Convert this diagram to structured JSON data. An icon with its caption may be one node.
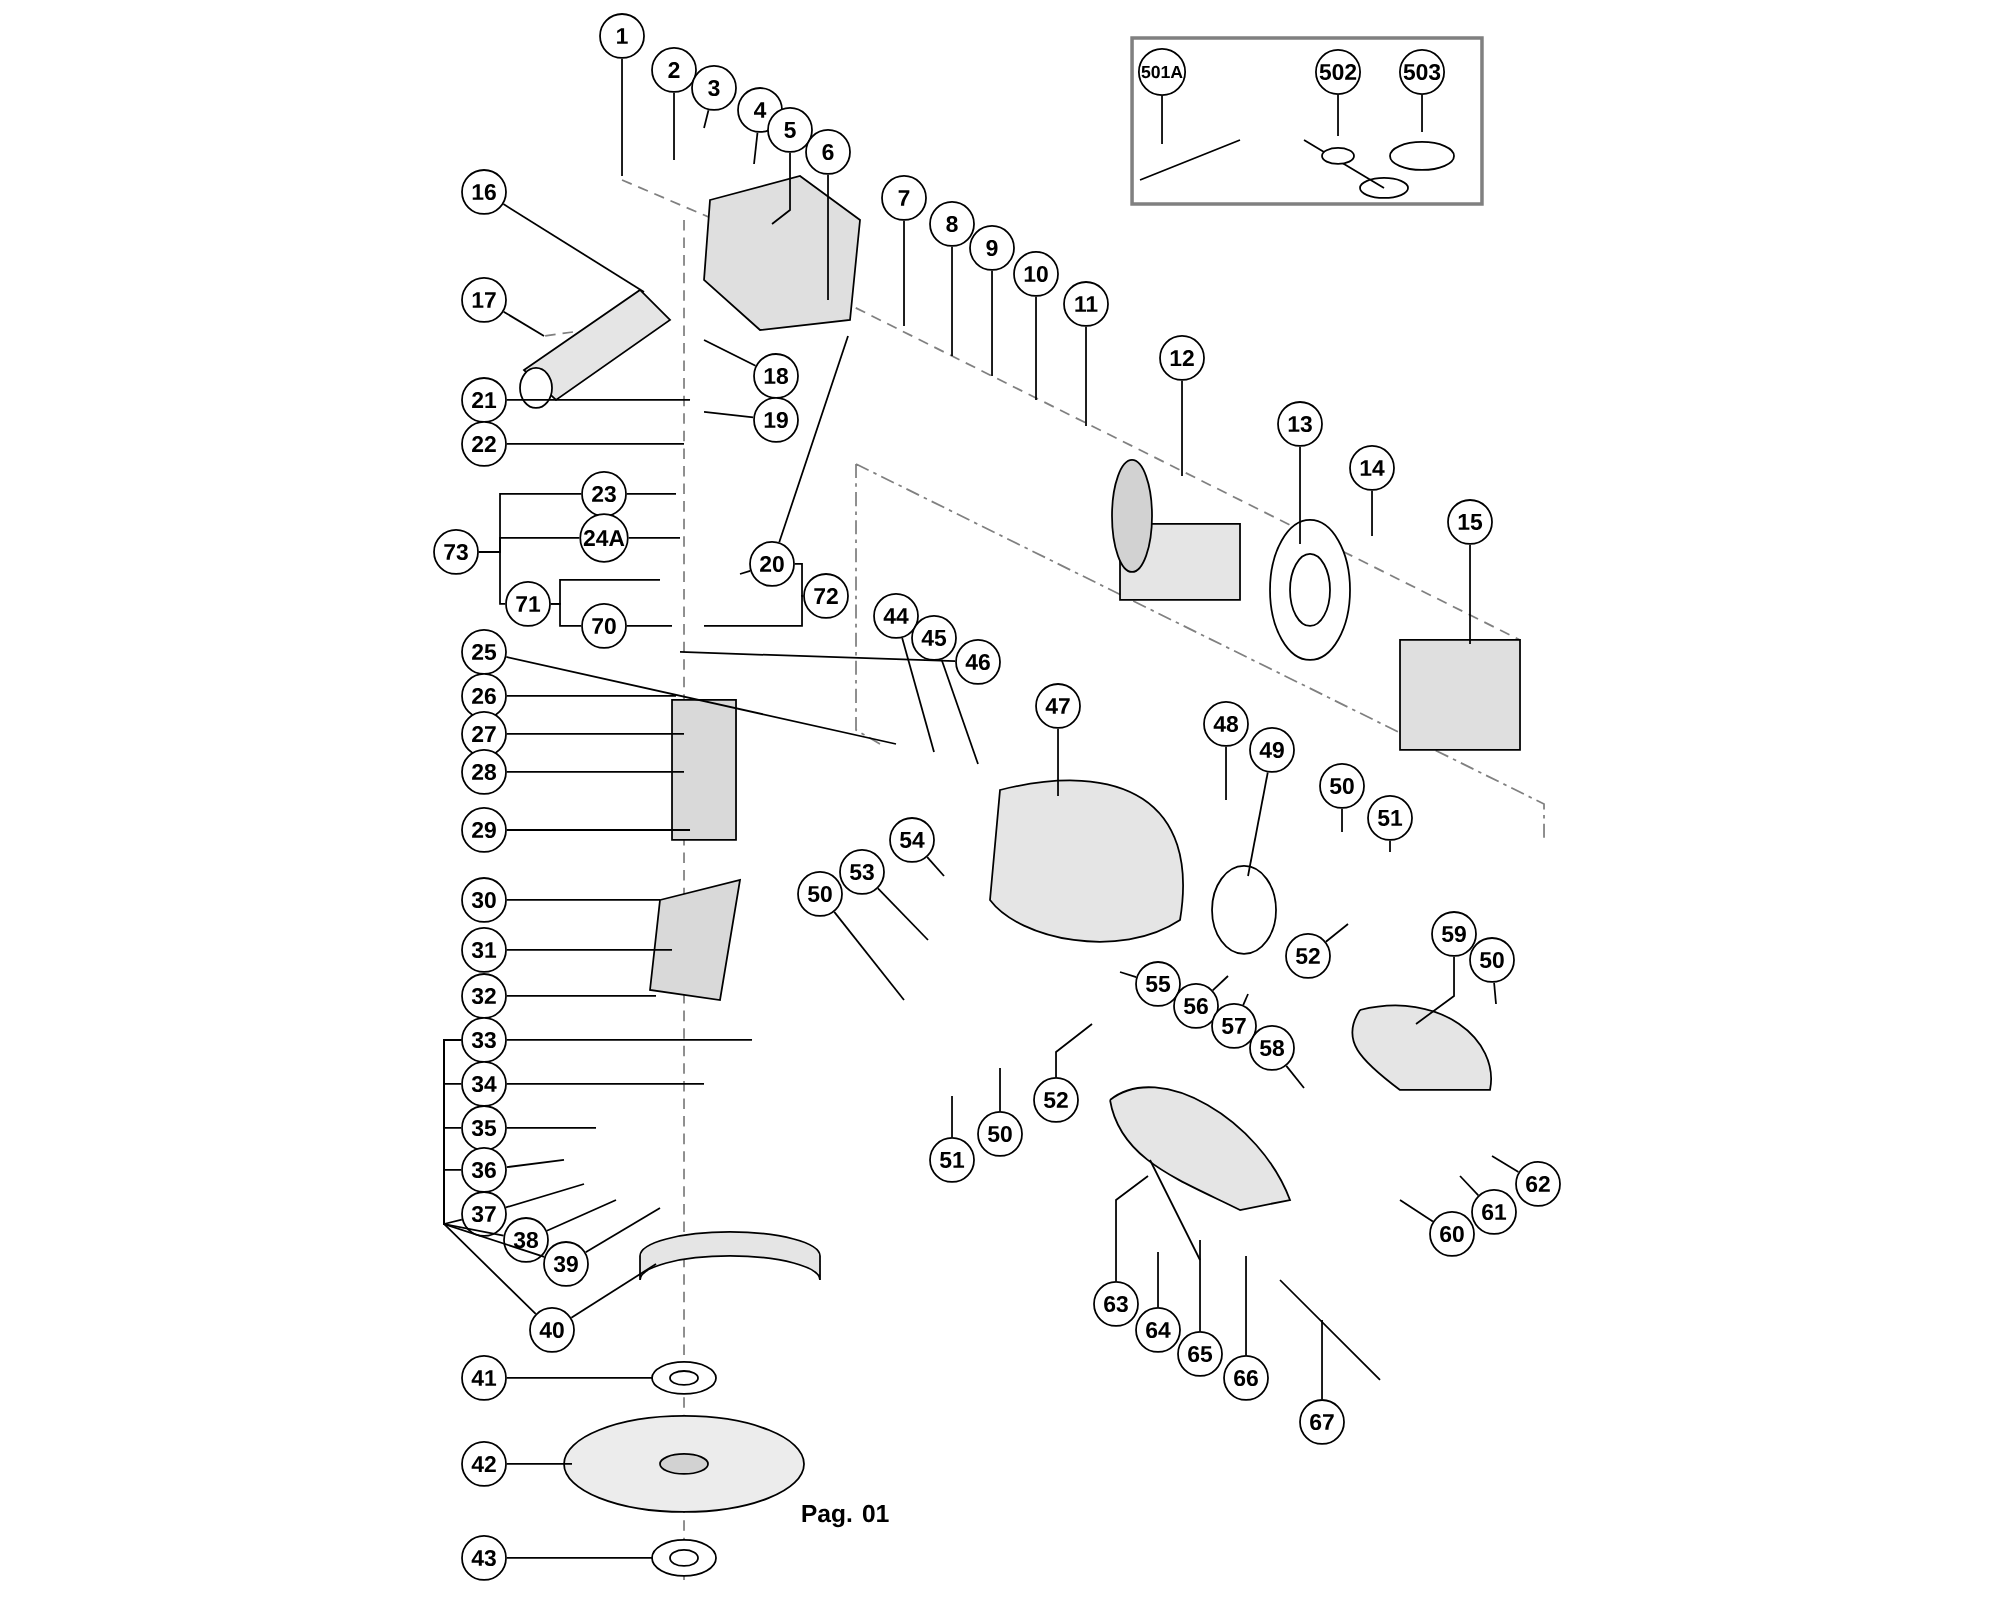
{
  "diagram": {
    "nodes": [
      {
        "text": [],
        "shape": "box"
      },
      {
        "text": [
          "501A"
        ],
        "in": 0
      },
      {
        "text": [
          "502"
        ],
        "in": 0
      },
      {
        "text": [
          "503"
        ],
        "in": 0
      },
      {
        "text": [
          "1"
        ]
      },
      {
        "text": [
          "2"
        ]
      },
      {
        "text": [
          "3"
        ]
      },
      {
        "text": [
          "4"
        ]
      },
      {
        "text": [
          "5"
        ]
      },
      {
        "text": [
          "6"
        ]
      },
      {
        "text": [
          "16"
        ]
      },
      {
        "text": [
          "7"
        ]
      },
      {
        "text": [
          "8"
        ]
      },
      {
        "text": [
          "9"
        ]
      },
      {
        "text": [
          "10"
        ]
      },
      {
        "text": [
          "17"
        ]
      },
      {
        "text": [
          "11"
        ]
      },
      {
        "text": [
          "12"
        ]
      },
      {
        "text": [
          "18"
        ]
      },
      {
        "text": [
          "21"
        ]
      },
      {
        "text": [
          "19"
        ]
      },
      {
        "text": [
          "13"
        ]
      },
      {
        "text": [
          "22"
        ]
      },
      {
        "text": [
          "14"
        ]
      },
      {
        "text": [
          "23"
        ]
      },
      {
        "text": [
          "15"
        ]
      },
      {
        "text": [
          "24A"
        ]
      },
      {
        "text": [
          "73"
        ]
      },
      {
        "text": [
          "20"
        ]
      },
      {
        "text": [
          "72"
        ]
      },
      {
        "text": [
          "71"
        ]
      },
      {
        "text": [
          "44"
        ]
      },
      {
        "text": [
          "70"
        ]
      },
      {
        "text": [
          "45"
        ]
      },
      {
        "text": [
          "25"
        ]
      },
      {
        "text": [
          "46"
        ]
      },
      {
        "text": [
          "26"
        ]
      },
      {
        "text": [
          "47"
        ]
      },
      {
        "text": [
          "48"
        ]
      },
      {
        "text": [
          "27"
        ]
      },
      {
        "text": [
          "49"
        ]
      },
      {
        "text": [
          "28"
        ]
      },
      {
        "text": [
          "50"
        ]
      },
      {
        "text": [
          "51"
        ]
      },
      {
        "text": [
          "29"
        ]
      },
      {
        "text": [
          "54"
        ]
      },
      {
        "text": [
          "53"
        ]
      },
      {
        "text": [
          "50"
        ]
      },
      {
        "text": [
          "30"
        ]
      },
      {
        "text": [
          "59"
        ]
      },
      {
        "text": [
          "31"
        ]
      },
      {
        "text": [
          "52"
        ]
      },
      {
        "text": [
          "50"
        ]
      },
      {
        "text": [
          "55"
        ]
      },
      {
        "text": [
          "32"
        ]
      },
      {
        "text": [
          "56"
        ]
      },
      {
        "text": [
          "57"
        ]
      },
      {
        "text": [
          "33"
        ]
      },
      {
        "text": [
          "58"
        ]
      },
      {
        "text": [
          "34"
        ]
      },
      {
        "text": [
          "52"
        ]
      },
      {
        "text": [
          "35"
        ]
      },
      {
        "text": [
          "50"
        ]
      },
      {
        "text": [
          "51"
        ]
      },
      {
        "text": [
          "36"
        ]
      },
      {
        "text": [
          "62"
        ]
      },
      {
        "text": [
          "61"
        ]
      },
      {
        "text": [
          "37"
        ]
      },
      {
        "text": [
          "60"
        ]
      },
      {
        "text": [
          "38"
        ]
      },
      {
        "text": [
          "39"
        ]
      },
      {
        "text": [
          "63"
        ]
      },
      {
        "text": [
          "40"
        ]
      },
      {
        "text": [
          "64"
        ]
      },
      {
        "text": [
          "65"
        ]
      },
      {
        "text": [
          "41"
        ]
      },
      {
        "text": [
          "66"
        ]
      },
      {
        "text": [
          "67"
        ]
      },
      {
        "text": [
          "42"
        ]
      },
      {
        "text": [
          "43"
        ]
      }
    ],
    "edges": [
      {
        "from": 1,
        "to": null,
        "arrow": "none"
      },
      {
        "from": 2,
        "to": null,
        "arrow": "none"
      },
      {
        "from": 3,
        "to": null,
        "arrow": "none"
      },
      {
        "from": 4,
        "to": null,
        "arrow": "none"
      },
      {
        "from": 5,
        "to": null,
        "arrow": "none"
      },
      {
        "from": 6,
        "to": null,
        "arrow": "none"
      },
      {
        "from": 7,
        "to": null,
        "arrow": "none"
      },
      {
        "from": 8,
        "to": null,
        "arrow": "none"
      },
      {
        "from": 9,
        "to": null,
        "arrow": "none"
      },
      {
        "from": 10,
        "to": null,
        "arrow": "none"
      },
      {
        "from": 11,
        "to": null,
        "arrow": "none"
      },
      {
        "from": 12,
        "to": null,
        "arrow": "none"
      },
      {
        "from": 13,
        "to": null,
        "arrow": "none"
      },
      {
        "from": 14,
        "to": null,
        "arrow": "none"
      },
      {
        "from": 15,
        "to": null,
        "arrow": "none"
      },
      {
        "from": 16,
        "to": null,
        "arrow": "none"
      },
      {
        "from": 17,
        "to": null,
        "arrow": "none"
      },
      {
        "from": 18,
        "to": null,
        "arrow": "none"
      },
      {
        "from": 19,
        "to": null,
        "arrow": "none"
      },
      {
        "from": 20,
        "to": null,
        "arrow": "none"
      },
      {
        "from": 21,
        "to": null,
        "arrow": "none"
      },
      {
        "from": 22,
        "to": null,
        "arrow": "none"
      },
      {
        "from": 23,
        "to": null,
        "arrow": "none"
      },
      {
        "from": 24,
        "to": null,
        "arrow": "none"
      },
      {
        "from": 25,
        "to": null,
        "arrow": "none"
      },
      {
        "from": 26,
        "to": null,
        "arrow": "none"
      },
      {
        "from": 27,
        "to": 24,
        "arrow": "none"
      },
      {
        "from": 27,
        "to": 26,
        "arrow": "none"
      },
      {
        "from": 27,
        "to": 30,
        "arrow": "none"
      },
      {
        "from": 28,
        "to": null,
        "arrow": "none"
      },
      {
        "from": 28,
        "to": null,
        "arrow": "none"
      },
      {
        "from": 29,
        "to": 28,
        "arrow": "none"
      },
      {
        "from": 29,
        "to": null,
        "arrow": "none"
      },
      {
        "from": 30,
        "to": 32,
        "arrow": "none"
      },
      {
        "from": 30,
        "to": null,
        "arrow": "none"
      },
      {
        "from": 32,
        "to": null,
        "arrow": "none"
      },
      {
        "from": 31,
        "to": null,
        "arrow": "none"
      },
      {
        "from": 33,
        "to": null,
        "arrow": "none"
      },
      {
        "from": 35,
        "to": null,
        "arrow": "none"
      },
      {
        "from": 34,
        "to": null,
        "arrow": "none"
      },
      {
        "from": 36,
        "to": null,
        "arrow": "none"
      },
      {
        "from": 37,
        "to": null,
        "arrow": "none"
      },
      {
        "from": 38,
        "to": null,
        "arrow": "none"
      },
      {
        "from": 39,
        "to": null,
        "arrow": "none"
      },
      {
        "from": 40,
        "to": null,
        "arrow": "none"
      },
      {
        "from": 41,
        "to": null,
        "arrow": "none"
      },
      {
        "from": 42,
        "to": null,
        "arrow": "none"
      },
      {
        "from": 43,
        "to": null,
        "arrow": "none"
      },
      {
        "from": 44,
        "to": null,
        "arrow": "none"
      },
      {
        "from": 45,
        "to": null,
        "arrow": "none"
      },
      {
        "from": 46,
        "to": null,
        "arrow": "none"
      },
      {
        "from": 47,
        "to": null,
        "arrow": "none"
      },
      {
        "from": 48,
        "to": null,
        "arrow": "none"
      },
      {
        "from": 49,
        "to": null,
        "arrow": "none"
      },
      {
        "from": 50,
        "to": null,
        "arrow": "none"
      },
      {
        "from": 51,
        "to": null,
        "arrow": "none"
      },
      {
        "from": 52,
        "to": null,
        "arrow": "none"
      },
      {
        "from": 53,
        "to": null,
        "arrow": "none"
      },
      {
        "from": 54,
        "to": null,
        "arrow": "none"
      },
      {
        "from": 55,
        "to": null,
        "arrow": "none"
      },
      {
        "from": 56,
        "to": null,
        "arrow": "none"
      },
      {
        "from": 57,
        "to": null,
        "arrow": "none"
      },
      {
        "from": 57,
        "to": 59,
        "arrow": "none"
      },
      {
        "from": 57,
        "to": 61,
        "arrow": "none"
      },
      {
        "from": 57,
        "to": 64,
        "arrow": "none"
      },
      {
        "from": 57,
        "to": 67,
        "arrow": "none"
      },
      {
        "from": 57,
        "to": 69,
        "arrow": "none"
      },
      {
        "from": 57,
        "to": 70,
        "arrow": "none"
      },
      {
        "from": 57,
        "to": 72,
        "arrow": "none"
      },
      {
        "from": 58,
        "to": null,
        "arrow": "none"
      },
      {
        "from": 59,
        "to": null,
        "arrow": "none"
      },
      {
        "from": 60,
        "to": null,
        "arrow": "none"
      },
      {
        "from": 61,
        "to": null,
        "arrow": "none"
      },
      {
        "from": 62,
        "to": null,
        "arrow": "none"
      },
      {
        "from": 63,
        "to": null,
        "arrow": "none"
      },
      {
        "from": 64,
        "to": null,
        "arrow": "none"
      },
      {
        "from": 65,
        "to": null,
        "arrow": "none"
      },
      {
        "from": 66,
        "to": null,
        "arrow": "none"
      },
      {
        "from": 67,
        "to": null,
        "arrow": "none"
      },
      {
        "from": 68,
        "to": null,
        "arrow": "none"
      },
      {
        "from": 69,
        "to": null,
        "arrow": "none"
      },
      {
        "from": 70,
        "to": null,
        "arrow": "none"
      },
      {
        "from": 71,
        "to": null,
        "arrow": "none"
      },
      {
        "from": 72,
        "to": null,
        "arrow": "none"
      },
      {
        "from": 73,
        "to": null,
        "arrow": "none"
      },
      {
        "from": 74,
        "to": null,
        "arrow": "none"
      },
      {
        "from": 75,
        "to": null,
        "arrow": "none"
      },
      {
        "from": 76,
        "to": null,
        "arrow": "none"
      },
      {
        "from": 77,
        "to": null,
        "arrow": "none"
      },
      {
        "from": 78,
        "to": null,
        "arrow": "none"
      },
      {
        "from": 79,
        "to": null,
        "arrow": "none"
      }
    ],
    "labels": [
      "Pag. 01"
    ]
  }
}
